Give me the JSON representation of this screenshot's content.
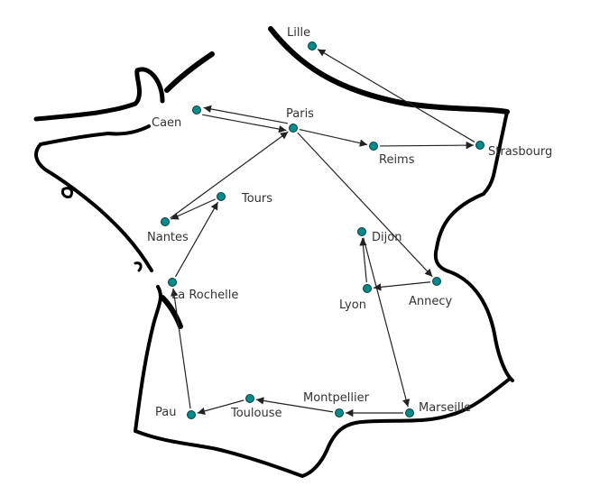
{
  "title": "France route map",
  "colors": {
    "dot": "#008b8b",
    "dot_outline": "#0b3b3b",
    "arrow": "#222222",
    "outline": "#000000"
  },
  "cities": [
    {
      "id": "lille",
      "name": "Lille"
    },
    {
      "id": "caen",
      "name": "Caen"
    },
    {
      "id": "paris",
      "name": "Paris"
    },
    {
      "id": "reims",
      "name": "Reims"
    },
    {
      "id": "strasbourg",
      "name": "Strasbourg"
    },
    {
      "id": "tours",
      "name": "Tours"
    },
    {
      "id": "nantes",
      "name": "Nantes"
    },
    {
      "id": "dijon",
      "name": "Dijon"
    },
    {
      "id": "la-rochelle",
      "name": "La Rochelle"
    },
    {
      "id": "lyon",
      "name": "Lyon"
    },
    {
      "id": "annecy",
      "name": "Annecy"
    },
    {
      "id": "montpellier",
      "name": "Montpellier"
    },
    {
      "id": "marseille",
      "name": "Marseille"
    },
    {
      "id": "pau",
      "name": "Pau"
    },
    {
      "id": "toulouse",
      "name": "Toulouse"
    }
  ],
  "routes": [
    [
      "caen",
      "paris"
    ],
    [
      "paris",
      "caen"
    ],
    [
      "paris",
      "reims"
    ],
    [
      "reims",
      "strasbourg"
    ],
    [
      "strasbourg",
      "lille"
    ],
    [
      "paris",
      "annecy"
    ],
    [
      "annecy",
      "lyon"
    ],
    [
      "lyon",
      "dijon"
    ],
    [
      "dijon",
      "marseille"
    ],
    [
      "marseille",
      "montpellier"
    ],
    [
      "montpellier",
      "toulouse"
    ],
    [
      "toulouse",
      "pau"
    ],
    [
      "pau",
      "la-rochelle"
    ],
    [
      "la-rochelle",
      "tours"
    ],
    [
      "tours",
      "nantes"
    ],
    [
      "nantes",
      "paris"
    ]
  ]
}
